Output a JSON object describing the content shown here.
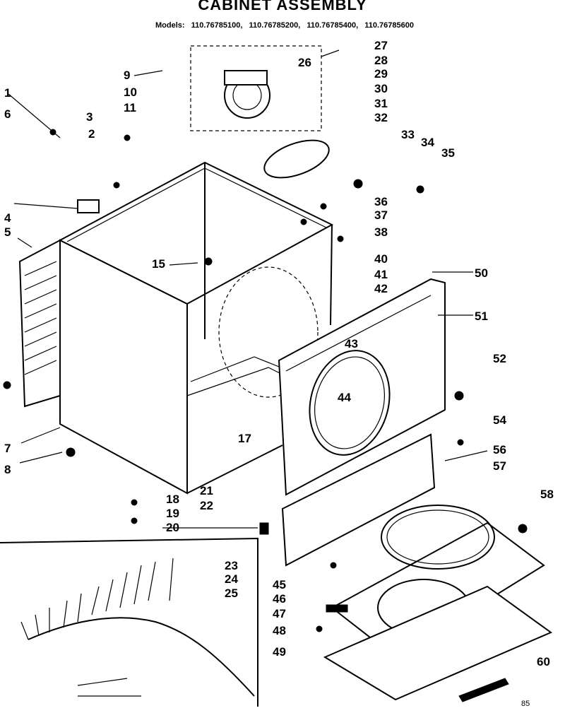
{
  "title": "CABINET ASSEMBLY",
  "models": {
    "label": "Models:",
    "numbers": [
      "110.76785100",
      "110.76785200",
      "110.76785400",
      "110.76785600"
    ]
  },
  "callouts": [
    "1",
    "2",
    "3",
    "4",
    "5",
    "6",
    "7",
    "8",
    "9",
    "10",
    "11",
    "15",
    "17",
    "18",
    "19",
    "20",
    "21",
    "22",
    "23",
    "24",
    "25",
    "26",
    "27",
    "28",
    "29",
    "30",
    "31",
    "32",
    "33",
    "34",
    "35",
    "36",
    "37",
    "38",
    "40",
    "41",
    "42",
    "43",
    "44",
    "50",
    "51",
    "52",
    "54",
    "56",
    "57",
    "58",
    "45",
    "46",
    "47",
    "48",
    "49",
    "60"
  ],
  "footer": "85"
}
